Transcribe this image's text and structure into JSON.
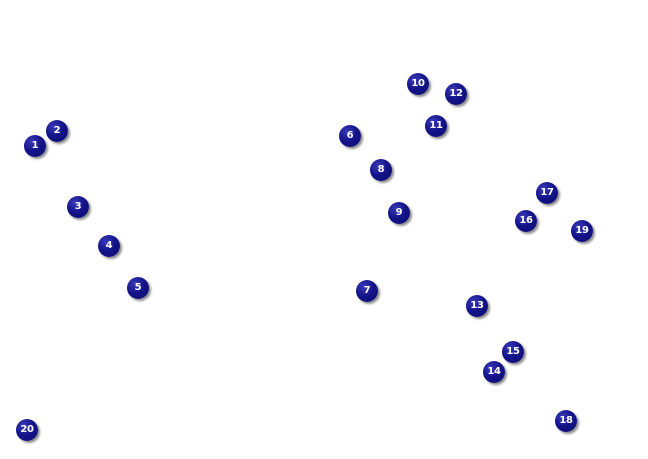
{
  "markers": [
    {
      "label": "1"
    },
    {
      "label": "2"
    },
    {
      "label": "3"
    },
    {
      "label": "4"
    },
    {
      "label": "5"
    },
    {
      "label": "6"
    },
    {
      "label": "7"
    },
    {
      "label": "8"
    },
    {
      "label": "9"
    },
    {
      "label": "10"
    },
    {
      "label": "11"
    },
    {
      "label": "12"
    },
    {
      "label": "13"
    },
    {
      "label": "14"
    },
    {
      "label": "15"
    },
    {
      "label": "16"
    },
    {
      "label": "17"
    },
    {
      "label": "18"
    },
    {
      "label": "19"
    },
    {
      "label": "20"
    }
  ],
  "colors": {
    "background": "#ffffff",
    "marker_fill": "#14148a",
    "marker_text": "#ffffff"
  }
}
